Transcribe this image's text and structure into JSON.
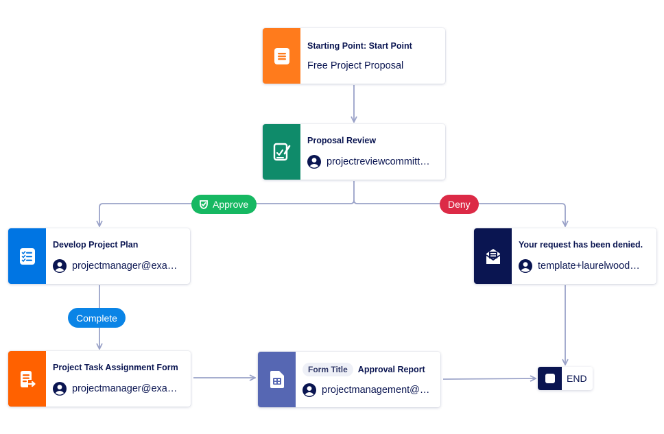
{
  "colors": {
    "orange": "#ff7b1c",
    "green": "#0f8b6a",
    "blue": "#0075e3",
    "navy": "#0a1551",
    "slate": "#5667b3",
    "approve": "#16b862",
    "deny": "#dc2a46",
    "complete": "#0a84e6",
    "edge": "#9aa2c8"
  },
  "nodes": {
    "start": {
      "title": "Starting Point: Start Point",
      "subtitle": "Free Project Proposal",
      "icon": "form-document-icon"
    },
    "review": {
      "title": "Proposal Review",
      "assignee": "projectreviewcommitt…",
      "icon": "approval-signature-icon"
    },
    "plan": {
      "title": "Develop Project Plan",
      "assignee": "projectmanager@exa…",
      "icon": "task-list-icon"
    },
    "denied": {
      "title": "Your request has been denied.",
      "assignee": "template+laurelwood…",
      "icon": "email-open-icon"
    },
    "task_form": {
      "title": "Project Task Assignment Form",
      "assignee": "projectmanager@exa…",
      "icon": "form-assign-icon"
    },
    "report": {
      "tag": "Form Title",
      "title": "Approval Report",
      "assignee": "projectmanagement@…",
      "icon": "report-document-icon"
    },
    "end": {
      "label": "END"
    }
  },
  "edge_labels": {
    "approve": "Approve",
    "deny": "Deny",
    "complete": "Complete"
  }
}
